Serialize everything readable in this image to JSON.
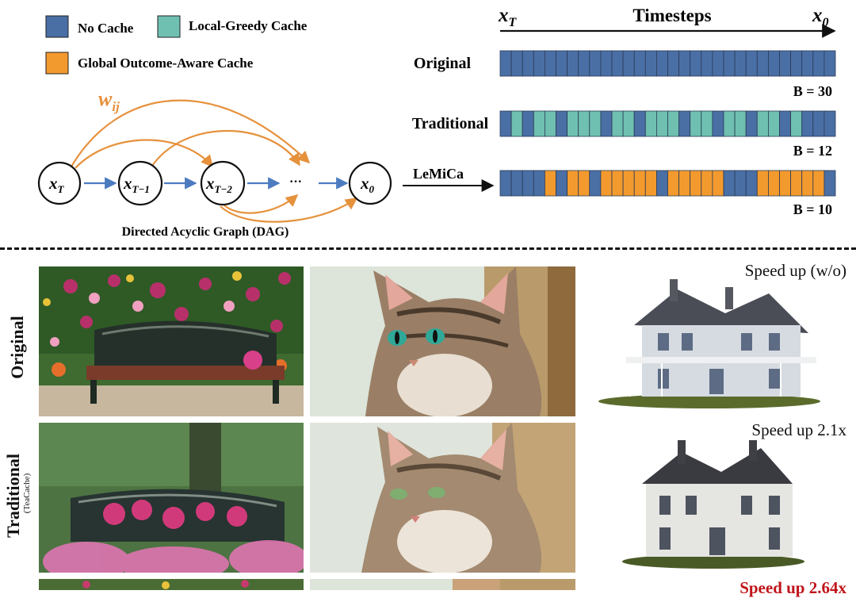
{
  "legend": {
    "no_cache": "No Cache",
    "local_greedy": "Local-Greedy Cache",
    "global_aware": "Global Outcome-Aware Cache"
  },
  "colors": {
    "no_cache": "#4a6fa5",
    "local_greedy": "#6fc0b0",
    "global_aware": "#f39a2e",
    "arrow_blue": "#4c7bc0",
    "arrow_orange": "#e6913c",
    "highlight_red": "#c0151b"
  },
  "timeline": {
    "start_symbol": "x",
    "start_subscript": "T",
    "end_symbol": "x",
    "end_subscript": "0",
    "title": "Timesteps"
  },
  "schedules": [
    {
      "name": "Original",
      "budget": "B = 30",
      "cells": [
        "N",
        "N",
        "N",
        "N",
        "N",
        "N",
        "N",
        "N",
        "N",
        "N",
        "N",
        "N",
        "N",
        "N",
        "N",
        "N",
        "N",
        "N",
        "N",
        "N",
        "N",
        "N",
        "N",
        "N",
        "N",
        "N",
        "N",
        "N",
        "N",
        "N"
      ]
    },
    {
      "name": "Traditional",
      "budget": "B = 12",
      "cells": [
        "N",
        "L",
        "N",
        "L",
        "L",
        "N",
        "L",
        "L",
        "L",
        "N",
        "L",
        "L",
        "N",
        "L",
        "L",
        "L",
        "N",
        "L",
        "L",
        "N",
        "L",
        "L",
        "N",
        "L",
        "L",
        "N",
        "L",
        "N",
        "N",
        "N"
      ]
    },
    {
      "name": "LeMiCa",
      "budget": "B = 10",
      "cells": [
        "N",
        "N",
        "N",
        "N",
        "G",
        "N",
        "G",
        "G",
        "N",
        "G",
        "G",
        "G",
        "G",
        "G",
        "N",
        "G",
        "G",
        "G",
        "G",
        "G",
        "N",
        "N",
        "N",
        "G",
        "G",
        "G",
        "G",
        "G",
        "G",
        "N"
      ]
    }
  ],
  "dag": {
    "weight_symbol": "w",
    "weight_subscript": "ij",
    "nodes": [
      {
        "sym": "x",
        "sub": "T"
      },
      {
        "sym": "x",
        "sub": "T−1"
      },
      {
        "sym": "x",
        "sub": "T−2"
      },
      {
        "sym": "···",
        "sub": ""
      },
      {
        "sym": "x",
        "sub": "0"
      }
    ],
    "caption": "Directed Acyclic Graph (DAG)"
  },
  "rows": [
    {
      "label": "Original",
      "sublabel": ""
    },
    {
      "label": "Traditional",
      "sublabel": "(TeaCache)"
    }
  ],
  "speedups": [
    "Speed up (w/o)",
    "Speed up 2.1x",
    "Speed up 2.64x"
  ]
}
